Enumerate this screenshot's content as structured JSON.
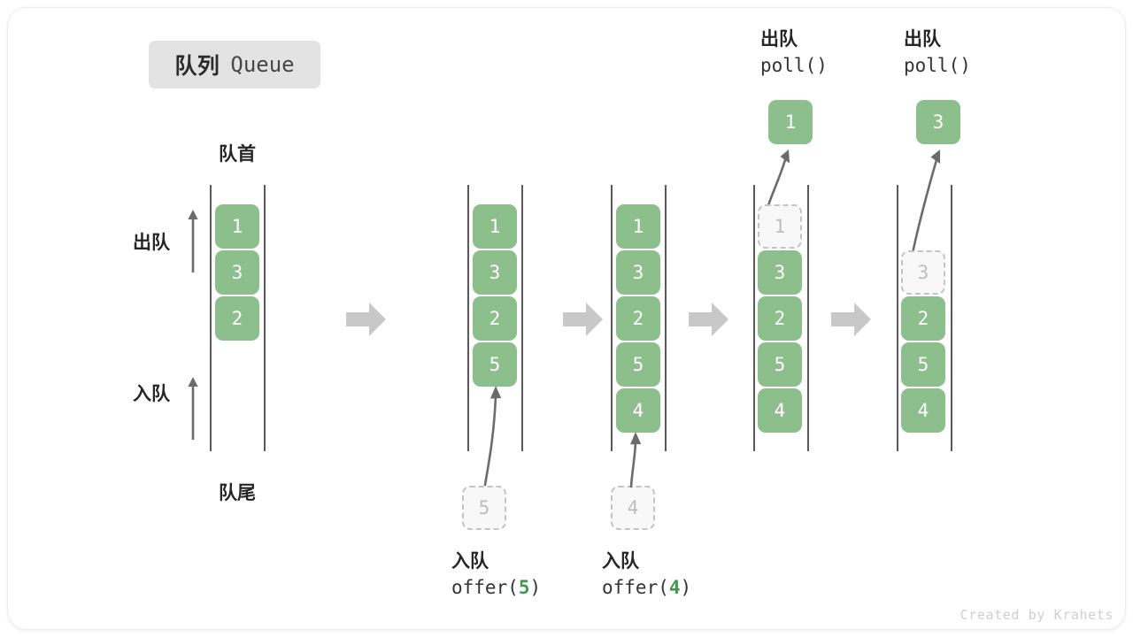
{
  "title": {
    "cn": "队列",
    "en": "Queue"
  },
  "labels": {
    "head": "队首",
    "tail": "队尾",
    "dequeue": "出队",
    "enqueue": "入队"
  },
  "watermark": "Created by Krahets",
  "colors": {
    "element_fill": "#8cbf8c",
    "element_text": "#ffffff",
    "ghost_fill": "#f8f8f8",
    "ghost_border": "#c4c4c4",
    "ghost_text": "#bdbdbd",
    "rail": "#595959",
    "step_arrow": "#c8c8c8",
    "badge_bg": "#e3e3e3",
    "arg_highlight": "#3f9a4f"
  },
  "steps": [
    {
      "id": "initial",
      "items": [
        "1",
        "3",
        "2"
      ],
      "ghost_index": -1,
      "caption_top": null,
      "caption_bottom": null,
      "popped": null,
      "pending": null
    },
    {
      "id": "offer-5",
      "items": [
        "1",
        "3",
        "2",
        "5"
      ],
      "ghost_index": -1,
      "caption_top": null,
      "caption_bottom": {
        "cn": "入队",
        "fn": "offer(",
        "arg": "5",
        "close": ")"
      },
      "popped": null,
      "pending": "5"
    },
    {
      "id": "offer-4",
      "items": [
        "1",
        "3",
        "2",
        "5",
        "4"
      ],
      "ghost_index": -1,
      "caption_top": null,
      "caption_bottom": {
        "cn": "入队",
        "fn": "offer(",
        "arg": "4",
        "close": ")"
      },
      "popped": null,
      "pending": "4"
    },
    {
      "id": "poll-1",
      "items": [
        "1",
        "3",
        "2",
        "5",
        "4"
      ],
      "ghost_index": 0,
      "caption_top": {
        "cn": "出队",
        "fn": "poll()"
      },
      "caption_bottom": null,
      "popped": "1",
      "pending": null
    },
    {
      "id": "poll-3",
      "items": [
        "3",
        "2",
        "5",
        "4"
      ],
      "ghost_index": 0,
      "caption_top": {
        "cn": "出队",
        "fn": "poll()"
      },
      "caption_bottom": null,
      "popped": "3",
      "pending": null,
      "offset_rows": 1
    }
  ],
  "step_arrows": 4
}
